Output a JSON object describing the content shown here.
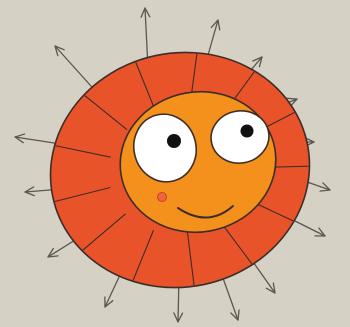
{
  "canvas": {
    "background": "#d6d1c5"
  },
  "illustration": {
    "subject": "smiling-sun",
    "colors": {
      "rays": "#e9532a",
      "face": "#f3911c",
      "outline": "#3d2d27",
      "eye_white": "#ffffff",
      "pupil": "#111111",
      "cheek": "#f0653f",
      "arrows": "#5a5650"
    },
    "ray_segment_count": 13,
    "arrow_count": 15
  }
}
